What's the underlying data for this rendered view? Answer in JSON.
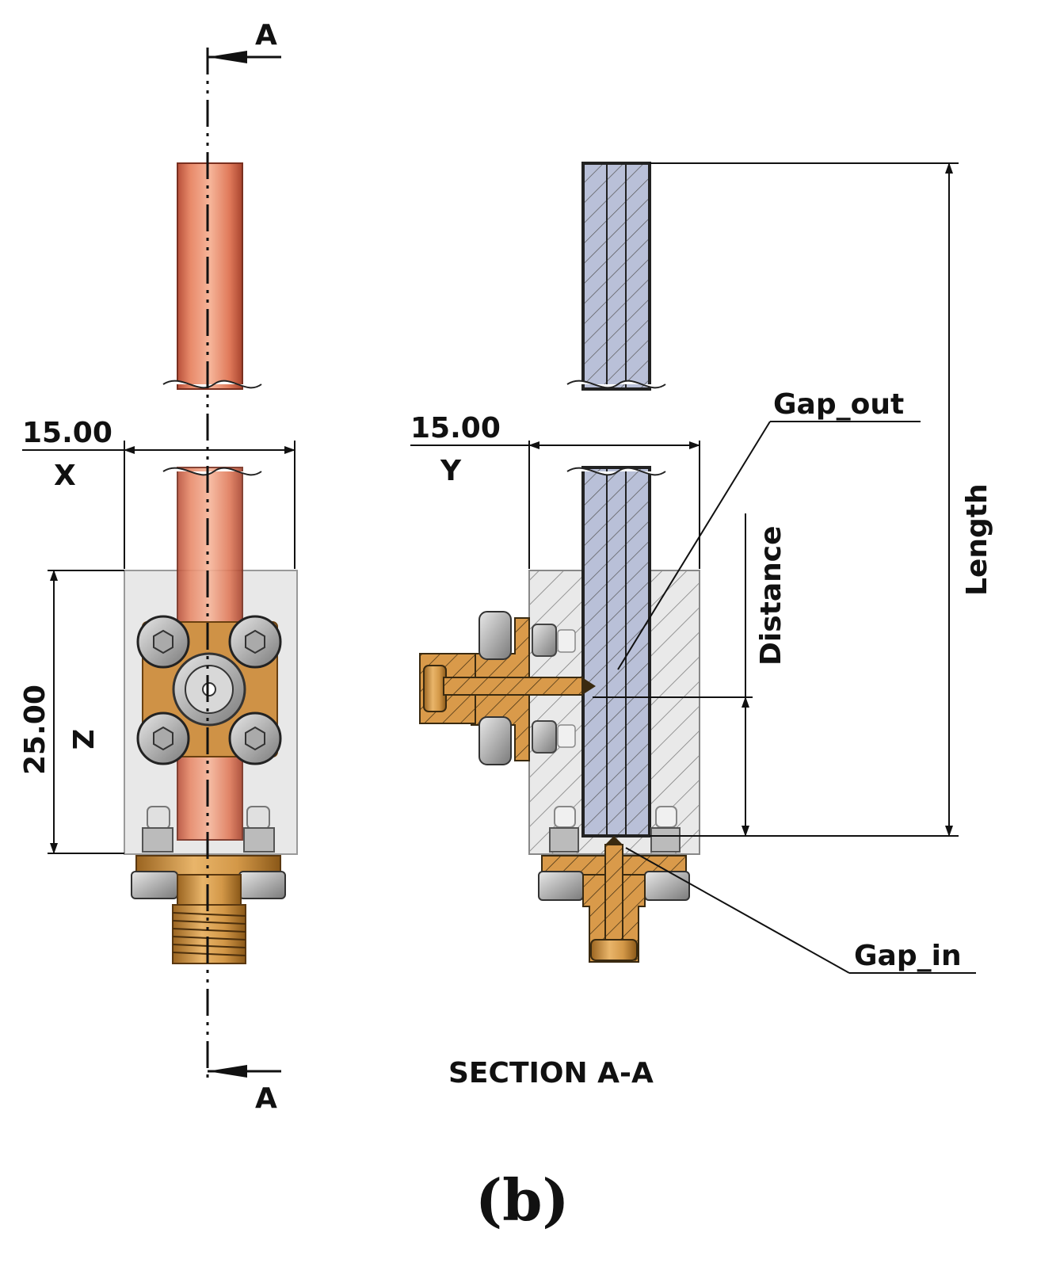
{
  "view_front": {
    "section_mark_top": "A",
    "section_mark_bottom": "A",
    "width_value": "15.00",
    "width_axis": "X",
    "height_value": "25.00",
    "height_axis": "Z"
  },
  "view_section": {
    "width_value": "15.00",
    "width_axis": "Y",
    "gap_out_label": "Gap_out",
    "gap_in_label": "Gap_in",
    "distance_label": "Distance",
    "length_label": "Length",
    "section_title": "SECTION A-A"
  },
  "caption": "(b)",
  "colors": {
    "copper": "#e07a5a",
    "brass": "#c98a3c",
    "steel": "#b9c0d8",
    "block": "#e6e6e6"
  }
}
